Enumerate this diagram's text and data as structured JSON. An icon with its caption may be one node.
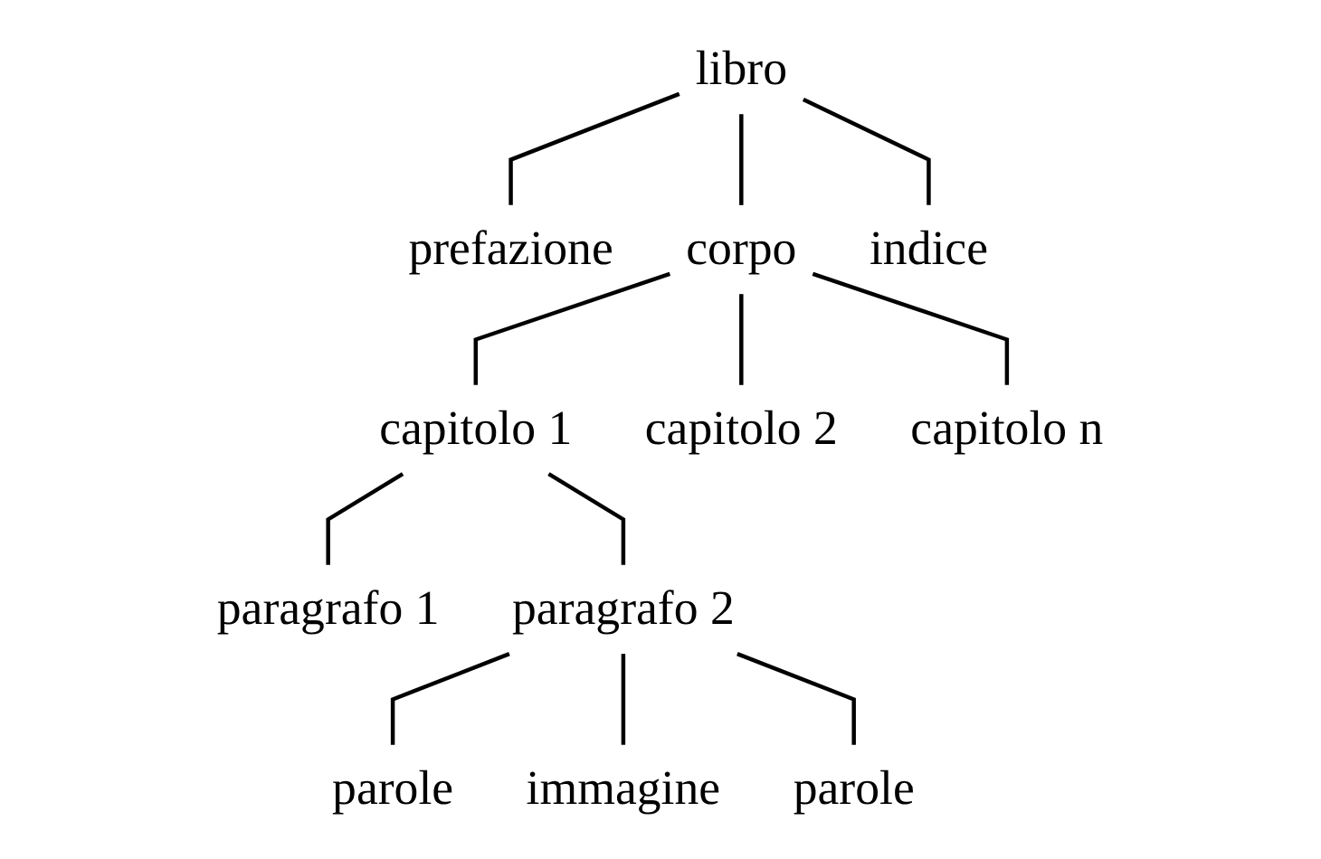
{
  "diagram": {
    "nodes": [
      {
        "text": [
          "libro"
        ]
      },
      {
        "text": [
          "prefazione"
        ]
      },
      {
        "text": [
          "corpo"
        ]
      },
      {
        "text": [
          "indice"
        ]
      },
      {
        "text": [
          "capitolo 1"
        ]
      },
      {
        "text": [
          "capitolo 2"
        ]
      },
      {
        "text": [
          "capitolo n"
        ]
      },
      {
        "text": [
          "paragrafo 1"
        ]
      },
      {
        "text": [
          "paragrafo 2"
        ]
      },
      {
        "text": [
          "parole"
        ]
      },
      {
        "text": [
          "immagine"
        ]
      },
      {
        "text": [
          "parole"
        ]
      }
    ],
    "edges": [
      {
        "from": 0,
        "to": 1,
        "arrow": "none"
      },
      {
        "from": 0,
        "to": 2,
        "arrow": "none"
      },
      {
        "from": 0,
        "to": 3,
        "arrow": "none"
      },
      {
        "from": 2,
        "to": 4,
        "arrow": "none"
      },
      {
        "from": 2,
        "to": 5,
        "arrow": "none"
      },
      {
        "from": 2,
        "to": 6,
        "arrow": "none"
      },
      {
        "from": 4,
        "to": 7,
        "arrow": "none"
      },
      {
        "from": 4,
        "to": 8,
        "arrow": "none"
      },
      {
        "from": 8,
        "to": 9,
        "arrow": "none"
      },
      {
        "from": 8,
        "to": 10,
        "arrow": "none"
      },
      {
        "from": 8,
        "to": 11,
        "arrow": "none"
      }
    ]
  }
}
